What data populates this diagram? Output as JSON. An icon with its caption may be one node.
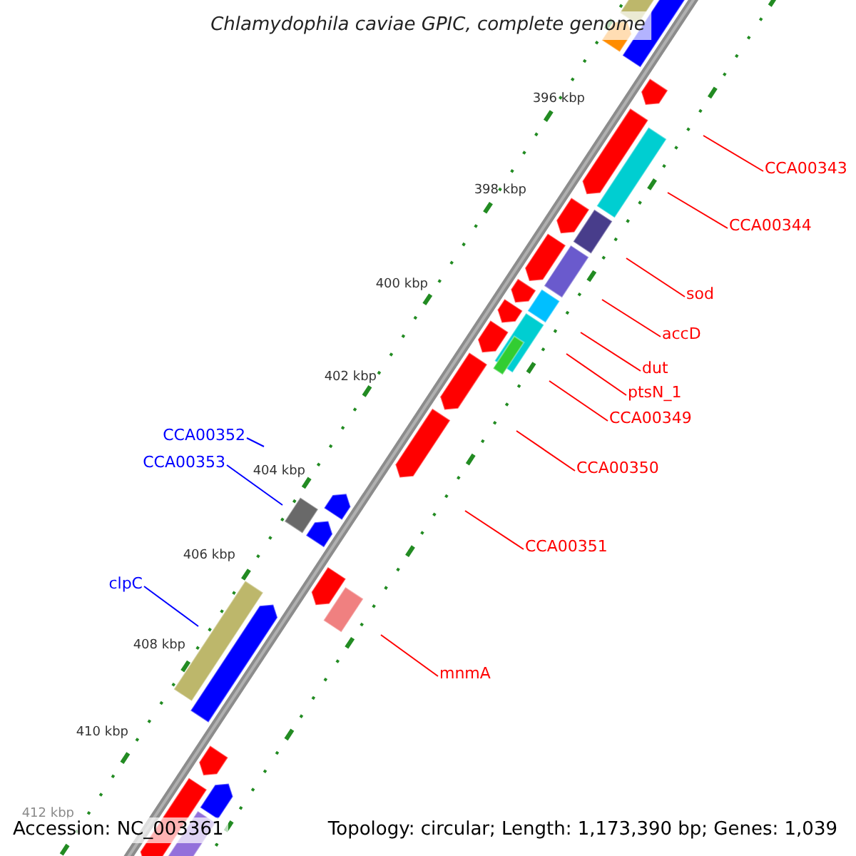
{
  "diagram": {
    "title": "Chlamydophila caviae GPIC, complete genome",
    "nodes": [
      {
        "text": [
          "CCA00343"
        ]
      },
      {
        "text": [
          "CCA00344"
        ]
      },
      {
        "text": [
          "sod"
        ]
      },
      {
        "text": [
          "accD"
        ]
      },
      {
        "text": [
          "dut"
        ]
      },
      {
        "text": [
          "ptsN_1"
        ]
      },
      {
        "text": [
          "CCA00349"
        ]
      },
      {
        "text": [
          "CCA00352"
        ]
      },
      {
        "text": [
          "CCA00350"
        ]
      },
      {
        "text": [
          "CCA00353"
        ]
      },
      {
        "text": [
          "CCA00351"
        ]
      },
      {
        "text": [
          "clpC"
        ]
      },
      {
        "text": [
          "mnmA"
        ]
      }
    ],
    "edges": [
      {
        "from": 0,
        "to": null,
        "arrow": "none"
      },
      {
        "from": 1,
        "to": null,
        "arrow": "none"
      },
      {
        "from": 2,
        "to": null,
        "arrow": "none"
      },
      {
        "from": 3,
        "to": null,
        "arrow": "none"
      },
      {
        "from": 4,
        "to": null,
        "arrow": "none"
      },
      {
        "from": 5,
        "to": null,
        "arrow": "none"
      },
      {
        "from": 6,
        "to": null,
        "arrow": "none"
      },
      {
        "from": 7,
        "to": null,
        "arrow": "none",
        "color": "#0000ff"
      },
      {
        "from": 8,
        "to": null,
        "arrow": "none"
      },
      {
        "from": 9,
        "to": null,
        "arrow": "none",
        "color": "#0000ff"
      },
      {
        "from": 10,
        "to": null,
        "arrow": "none"
      },
      {
        "from": 11,
        "to": null,
        "arrow": "none",
        "color": "#0000ff"
      },
      {
        "from": 12,
        "to": null,
        "arrow": "none"
      }
    ],
    "labels": [
      "396 kbp",
      "398 kbp",
      "400 kbp",
      "402 kbp",
      "404 kbp",
      "406 kbp",
      "408 kbp",
      "410 kbp",
      "412 kbp",
      "Accession: NC_003361",
      "Topology: circular; Length: 1,173,390 bp; Genes: 1,039"
    ]
  }
}
